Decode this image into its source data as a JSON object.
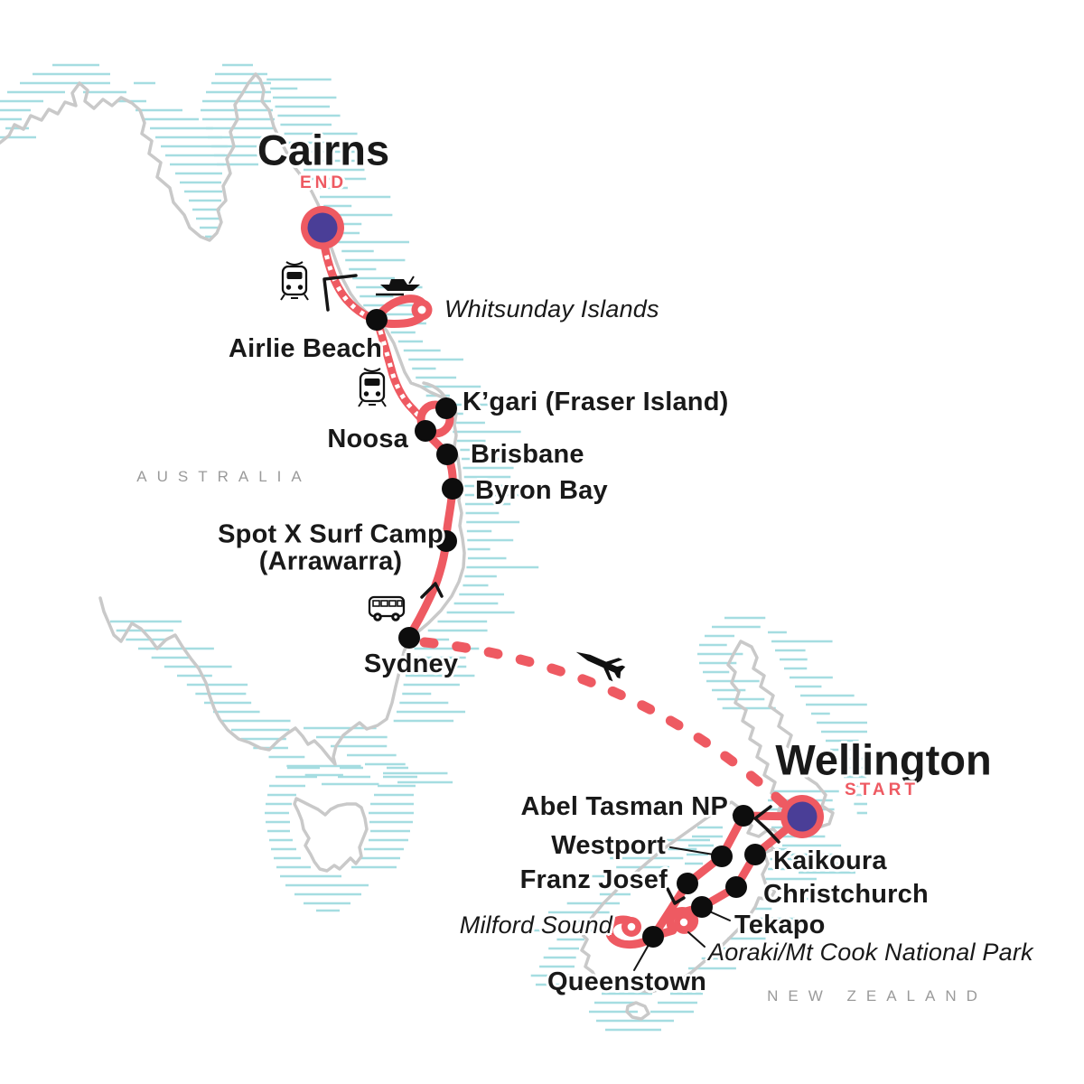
{
  "map": {
    "title_regions": [
      "AUSTRALIA",
      "NEW ZEALAND"
    ],
    "terminals": {
      "start": {
        "city": "Wellington",
        "tag": "START"
      },
      "end": {
        "city": "Cairns",
        "tag": "END"
      }
    },
    "stops_order": [
      "Wellington",
      "Abel Tasman NP",
      "Westport",
      "Franz Josef",
      "Queenstown",
      "Milford Sound",
      "Aoraki/Mt Cook National Park",
      "Tekapo",
      "Christchurch",
      "Kaikoura",
      "Sydney",
      "Spot X Surf Camp (Arrawarra)",
      "Byron Bay",
      "Brisbane",
      "Noosa",
      "K’gari (Fraser Island)",
      "Airlie Beach",
      "Whitsunday Islands",
      "Cairns"
    ],
    "transport_modes": [
      "train",
      "boat",
      "bus",
      "plane"
    ],
    "colors": {
      "route": "#ee5a62",
      "terminal_inner": "#4a3e97",
      "hatch": "#a5dde1",
      "coast": "#c9c9c9",
      "text": "#191919",
      "muted_region": "#9a9a9a"
    }
  },
  "labels": {
    "cairns": "Cairns",
    "end_tag": "END",
    "airlie_beach": "Airlie Beach",
    "whitsunday": "Whitsunday Islands",
    "kgari": "K’gari (Fraser Island)",
    "noosa": "Noosa",
    "brisbane": "Brisbane",
    "byron_bay": "Byron Bay",
    "spot_x_line1": "Spot X Surf Camp",
    "spot_x_line2": "(Arrawarra)",
    "sydney": "Sydney",
    "wellington": "Wellington",
    "start_tag": "START",
    "abel_tasman": "Abel Tasman NP",
    "westport": "Westport",
    "kaikoura": "Kaikoura",
    "christchurch": "Christchurch",
    "franz_josef": "Franz Josef",
    "tekapo": "Tekapo",
    "milford": "Milford Sound",
    "aoraki": "Aoraki/Mt Cook National Park",
    "queenstown": "Queenstown",
    "australia": "AUSTRALIA",
    "new_zealand": "NEW ZEALAND"
  }
}
